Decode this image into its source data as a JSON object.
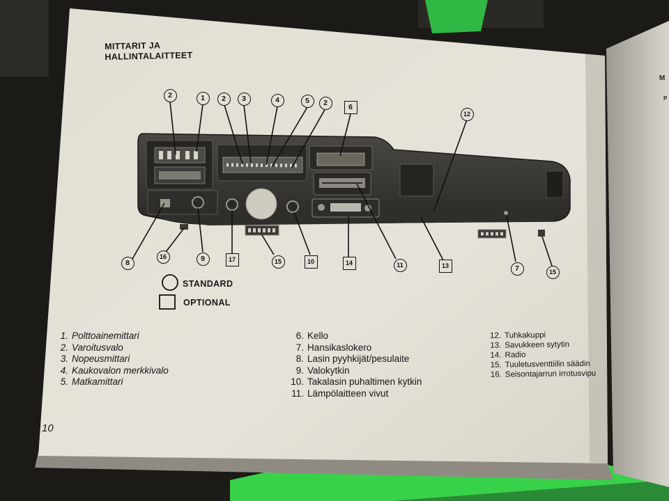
{
  "page": {
    "title_line1": "MITTARIT JA",
    "title_line2": "HALLINTALAITTEET",
    "page_number": "10"
  },
  "legend": {
    "standard": "STANDARD",
    "optional": "OPTIONAL"
  },
  "callouts": {
    "top": [
      "2",
      "1",
      "2",
      "3",
      "4",
      "5",
      "2",
      "6",
      "12"
    ],
    "bottom": [
      "8",
      "16",
      "9",
      "17",
      "15",
      "10",
      "14",
      "11",
      "13",
      "7",
      "15"
    ]
  },
  "items": {
    "col1": [
      {
        "num": "1.",
        "text": "Polttoainemittari"
      },
      {
        "num": "2.",
        "text": "Varoitusvalo"
      },
      {
        "num": "3.",
        "text": "Nopeusmittari"
      },
      {
        "num": "4.",
        "text": "Kaukovalon  merkkivalo"
      },
      {
        "num": "5.",
        "text": "Matkamittari"
      }
    ],
    "col2": [
      {
        "num": "6.",
        "text": "Kello"
      },
      {
        "num": "7.",
        "text": "Hansikaslokero"
      },
      {
        "num": "8.",
        "text": "Lasin pyyhkijät/pesulaite"
      },
      {
        "num": "9.",
        "text": "Valokytkin"
      },
      {
        "num": "10.",
        "text": "Takalasin puhaltimen kytkin"
      },
      {
        "num": "11.",
        "text": "Lämpölaitteen vivut"
      }
    ],
    "col3": [
      {
        "num": "12.",
        "text": "Tuhkakuppi"
      },
      {
        "num": "13.",
        "text": "Savukkeen sytytin"
      },
      {
        "num": "14.",
        "text": "Radio"
      },
      {
        "num": "15.",
        "text": "Tuuletusventtiilin säädin"
      },
      {
        "num": "16.",
        "text": "Seisontajarrun irrotusvipu"
      }
    ]
  },
  "right_page_fragment": {
    "line1": "M",
    "line2": "P"
  },
  "colors": {
    "paper": "#e4e1d8",
    "dash": "#3b3935",
    "ink": "#161616",
    "background": "#1c1a17",
    "green_object": "#38d24a"
  }
}
